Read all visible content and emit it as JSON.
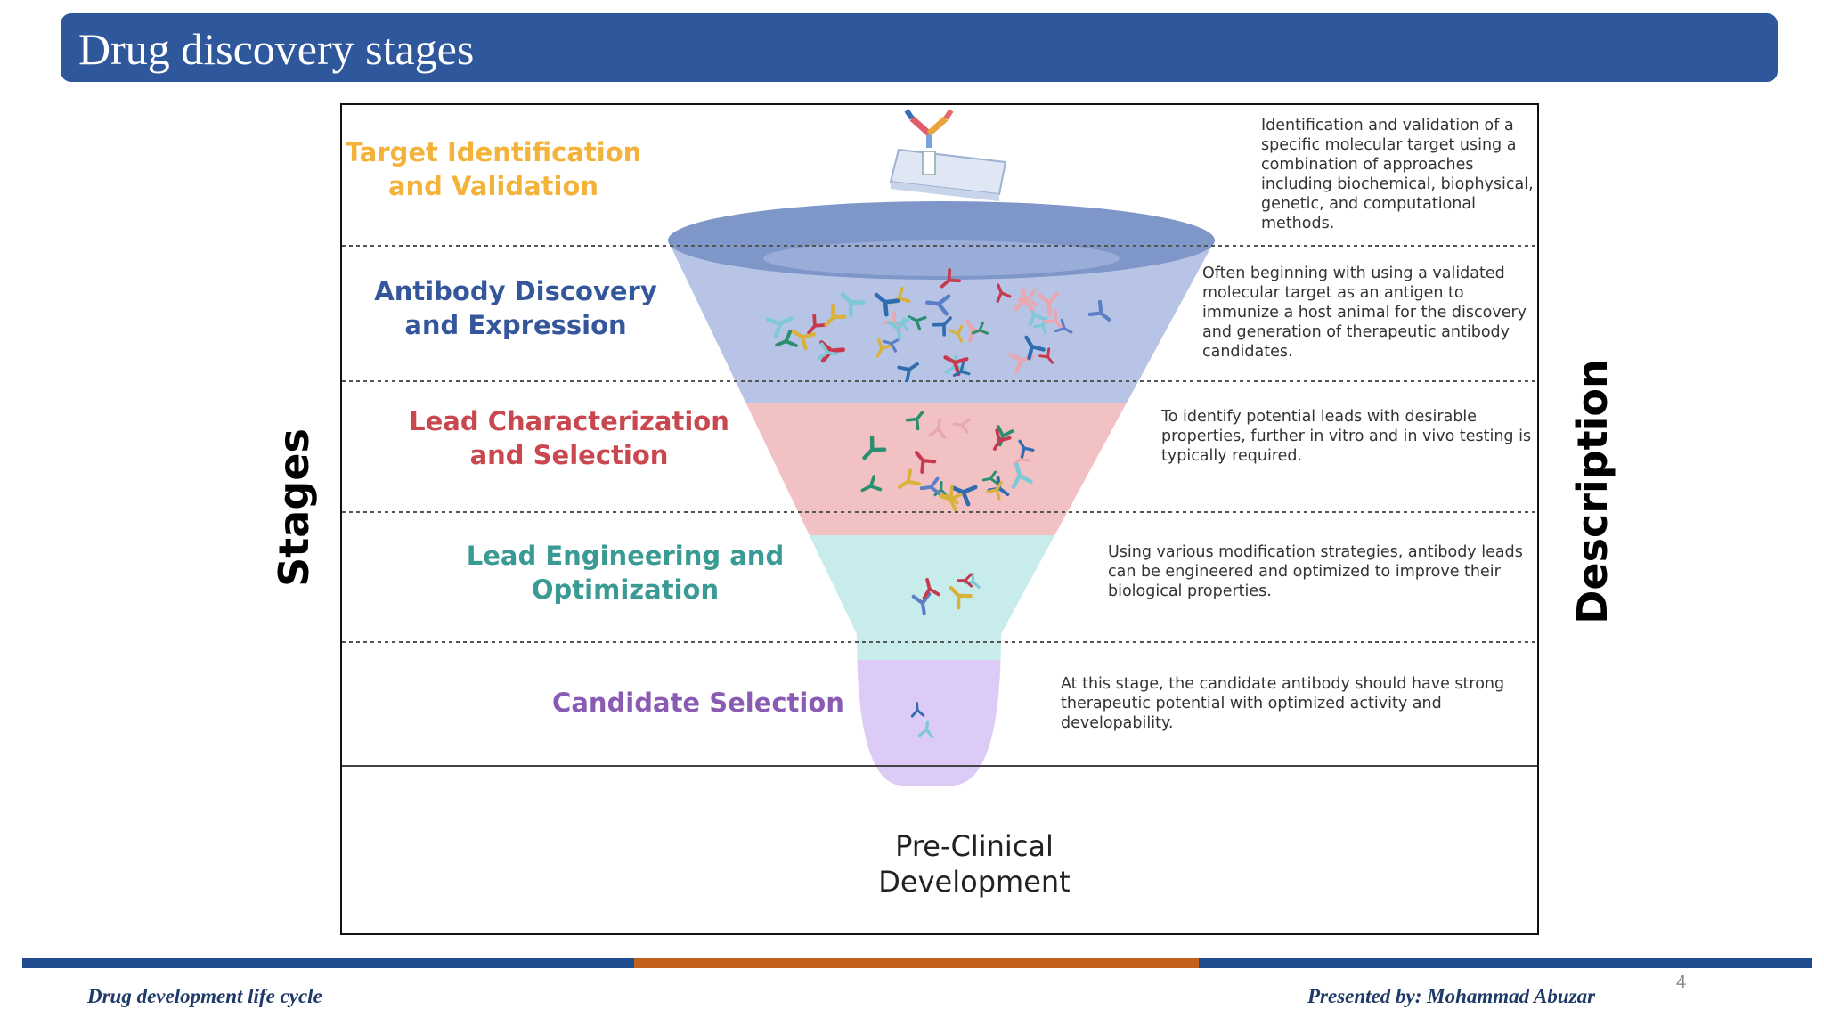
{
  "slide": {
    "title": "Drug discovery stages",
    "page_number": "4"
  },
  "figure": {
    "side_left": "Stages",
    "side_right": "Description",
    "stages": [
      {
        "label_lines": [
          "Target Identification",
          "and Validation"
        ],
        "color": "#f3b33a",
        "description_lines": [
          "Identification and validation of a",
          "specific molecular target using a",
          "combination of approaches",
          "including biochemical, biophysical,",
          "genetic, and computational",
          "methods."
        ]
      },
      {
        "label_lines": [
          "Antibody Discovery",
          "and Expression"
        ],
        "color": "#34579c",
        "description_lines": [
          "Often beginning with using a validated",
          "molecular target as an antigen to",
          "immunize a host animal for the discovery",
          "and generation of therapeutic antibody",
          "candidates."
        ]
      },
      {
        "label_lines": [
          "Lead Characterization",
          "and Selection"
        ],
        "color": "#c9474e",
        "description_lines": [
          "To identify potential leads with desirable",
          "properties, further in vitro and in vivo testing is",
          "typically required."
        ]
      },
      {
        "label_lines": [
          "Lead Engineering and",
          "Optimization"
        ],
        "color": "#3a9a94",
        "description_lines": [
          "Using various modification strategies, antibody leads",
          "can be engineered and optimized to improve their",
          "biological properties."
        ]
      },
      {
        "label_lines": [
          "Candidate Selection"
        ],
        "color": "#8a5bb3",
        "description_lines": [
          "At this stage, the candidate antibody should have strong",
          "therapeutic potential with optimized activity and",
          "developability."
        ]
      }
    ],
    "bottom_label_lines": [
      "Pre-Clinical",
      "Development"
    ],
    "funnel_colors": {
      "top_rim": "#7e96c8",
      "band1": "#b7c4e6",
      "band2": "#f2c1c4",
      "band3": "#c8ecec",
      "band4": "#dccbf6"
    }
  },
  "footer": {
    "left": "Drug development life cycle",
    "right": "Presented by: Mohammad Abuzar",
    "bar_colors": [
      "#1f4b8f",
      "#c4601e",
      "#1f4b8f"
    ]
  }
}
